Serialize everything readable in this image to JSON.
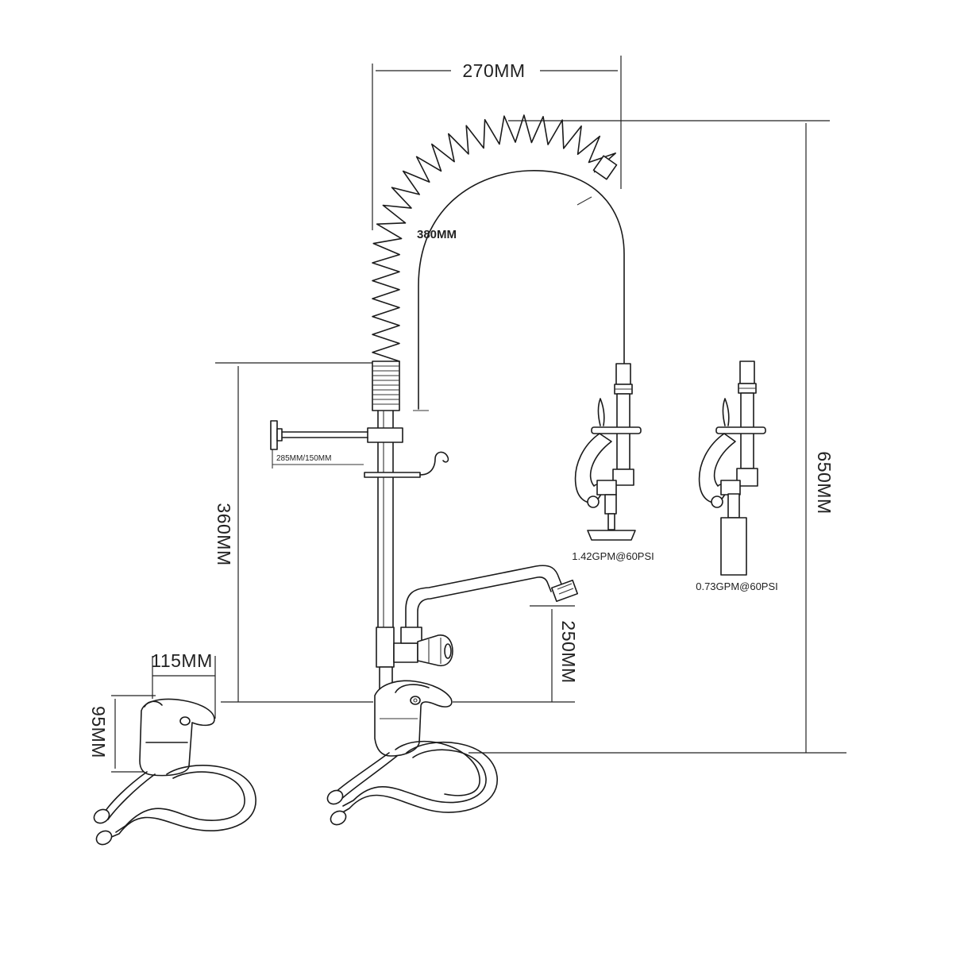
{
  "dimensions": {
    "spring_width": "270MM",
    "hose_length": "380MM",
    "total_height": "650MM",
    "mount_height": "360MM",
    "spout_height": "250MM",
    "arm_length": "285MM/150MM",
    "valve_width": "115MM",
    "valve_height": "95MM"
  },
  "flow_rates": {
    "spray_valve_a": "1.42GPM@60PSI",
    "spray_valve_b": "0.73GPM@60PSI"
  }
}
